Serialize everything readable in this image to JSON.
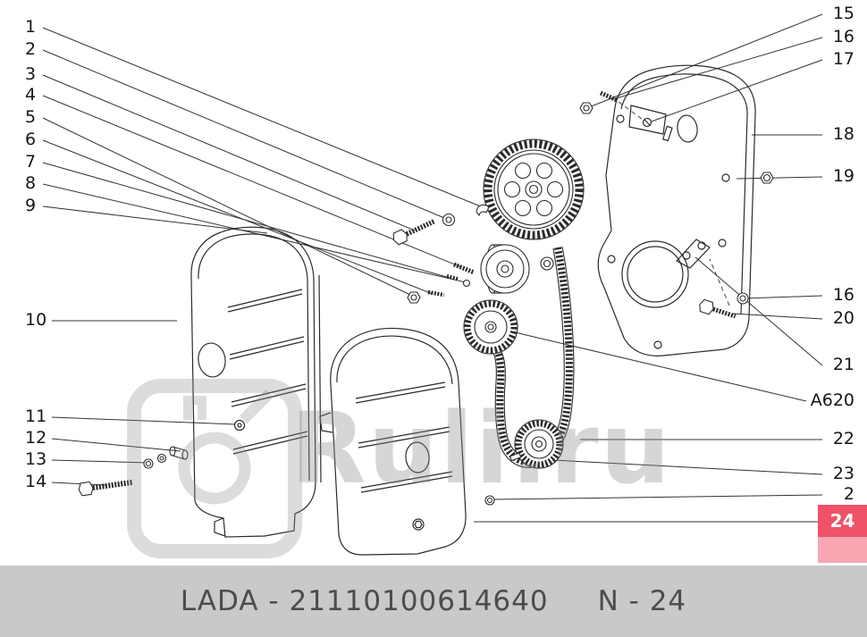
{
  "watermark": {
    "text": "Ruli.ru"
  },
  "footer": {
    "part_label": "LADA - 21110100614640",
    "number_label": "N - 24",
    "bg_color": "#c9c9c9",
    "text_color": "#4c4c4c"
  },
  "highlight": {
    "color": "#ef5269",
    "light_color": "#f7a6b2",
    "text_color": "#ffffff"
  },
  "callouts": {
    "left": [
      {
        "label": "1"
      },
      {
        "label": "2"
      },
      {
        "label": "3"
      },
      {
        "label": "4"
      },
      {
        "label": "5"
      },
      {
        "label": "6"
      },
      {
        "label": "7"
      },
      {
        "label": "8"
      },
      {
        "label": "9"
      },
      {
        "label": "10"
      },
      {
        "label": "11"
      },
      {
        "label": "12"
      },
      {
        "label": "13"
      },
      {
        "label": "14"
      }
    ],
    "right": [
      {
        "label": "15"
      },
      {
        "label": "16"
      },
      {
        "label": "17"
      },
      {
        "label": "18"
      },
      {
        "label": "19"
      },
      {
        "label": "16"
      },
      {
        "label": "20"
      },
      {
        "label": "21"
      },
      {
        "label": "A620"
      },
      {
        "label": "22"
      },
      {
        "label": "23"
      },
      {
        "label": "2"
      },
      {
        "label": "24"
      }
    ]
  }
}
